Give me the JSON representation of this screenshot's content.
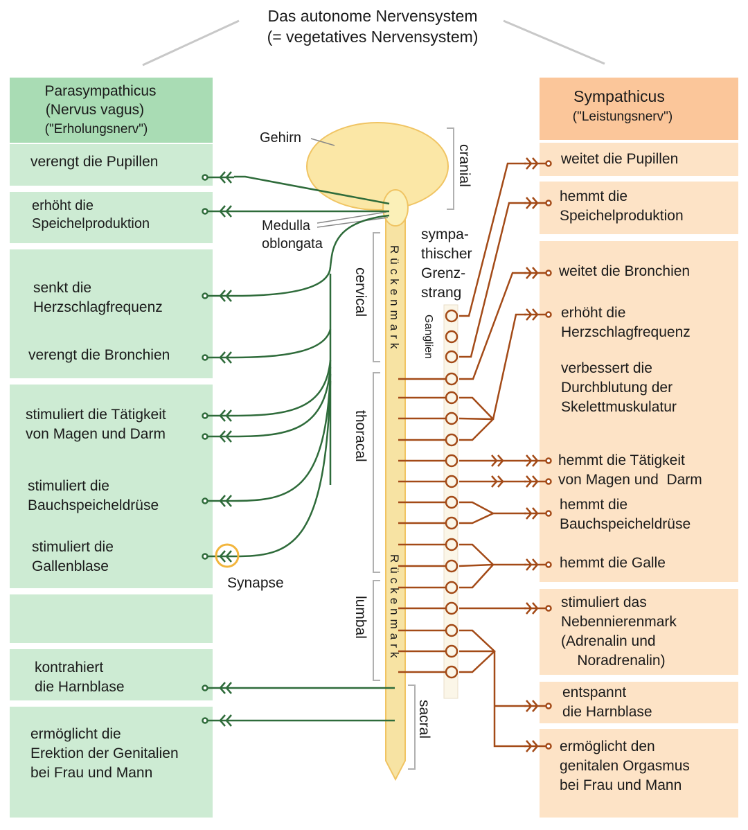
{
  "title": {
    "line1": "Das autonome Nervensystem",
    "line2": "(= vegetatives Nervensystem)"
  },
  "parasympathicus": {
    "header": {
      "line1": "Parasympathicus",
      "line2": "(Nervus vagus)",
      "line3": "(\"Erholungsnerv\")"
    },
    "effects": [
      {
        "id": "pupils",
        "text": "verengt die Pupillen"
      },
      {
        "id": "saliva",
        "text": "erhöht die\nSpeichelproduktion"
      },
      {
        "id": "heart",
        "text": "senkt die\nHerzschlagfrequenz"
      },
      {
        "id": "bronchi",
        "text": "verengt die Bronchien"
      },
      {
        "id": "stomach",
        "text": "stimuliert die Tätigkeit\nvon Magen und Darm"
      },
      {
        "id": "pancreas",
        "text": "stimuliert die\nBauchspeicheldrüse"
      },
      {
        "id": "gallbladder",
        "text": "stimuliert die\nGallenblase"
      },
      {
        "id": "bladder",
        "text": "kontrahiert\ndie Harnblase"
      },
      {
        "id": "genitals",
        "text": "ermöglicht die\nErektion der Genitalien\nbei Frau und Mann"
      }
    ]
  },
  "sympathicus": {
    "header": {
      "line1": "Sympathicus",
      "line2": "(\"Leistungsnerv\")"
    },
    "effects": [
      {
        "id": "pupils",
        "text": "weitet die Pupillen"
      },
      {
        "id": "saliva",
        "text": "hemmt die\nSpeichelproduktion"
      },
      {
        "id": "bronchi",
        "text": "weitet die Bronchien"
      },
      {
        "id": "heart",
        "text": "erhöht die\nHerzschlagfrequenz"
      },
      {
        "id": "muscle",
        "text": "verbessert die\nDurchblutung der\nSkelettmuskulatur"
      },
      {
        "id": "stomach",
        "text": "hemmt die Tätigkeit\nvon Magen und  Darm"
      },
      {
        "id": "pancreas",
        "text": "hemmt die\nBauchspeicheldrüse"
      },
      {
        "id": "gall",
        "text": "hemmt die Galle"
      },
      {
        "id": "adrenal",
        "text": "stimuliert das\nNebennierenmark\n(Adrenalin und\n    Noradrenalin)"
      },
      {
        "id": "bladder",
        "text": "entspannt\ndie Harnblase"
      },
      {
        "id": "genitals",
        "text": "ermöglicht den\ngenitalen Orgasmus\nbei Frau und Mann"
      }
    ]
  },
  "anatomy": {
    "brain": "Gehirn",
    "medulla_line1": "Medulla",
    "medulla_line2": "oblongata",
    "spinal_cord": "Rückenmark",
    "ganglia": "Ganglien",
    "chain_line1": "sympa-",
    "chain_line2": "thischer",
    "chain_line3": "Grenz-",
    "chain_line4": "strang",
    "synapse": "Synapse"
  },
  "regions": {
    "cranial": "cranial",
    "cervical": "cervical",
    "thoracal": "thoracal",
    "lumbal": "lumbal",
    "sacral": "sacral"
  },
  "colors": {
    "parasympathetic_nerve": "#2e6b3a",
    "sympathetic_nerve": "#a34a17",
    "spinal_cord": "#f7e3a3",
    "spinal_cord_outline": "#f0c463",
    "brain": "#fbe7a6",
    "synapse_highlight": "#f2b53c",
    "para_header": "#a9dcb4",
    "para_box": "#cdebd3",
    "symp_header": "#fbc69a",
    "symp_box": "#fde3c6"
  }
}
